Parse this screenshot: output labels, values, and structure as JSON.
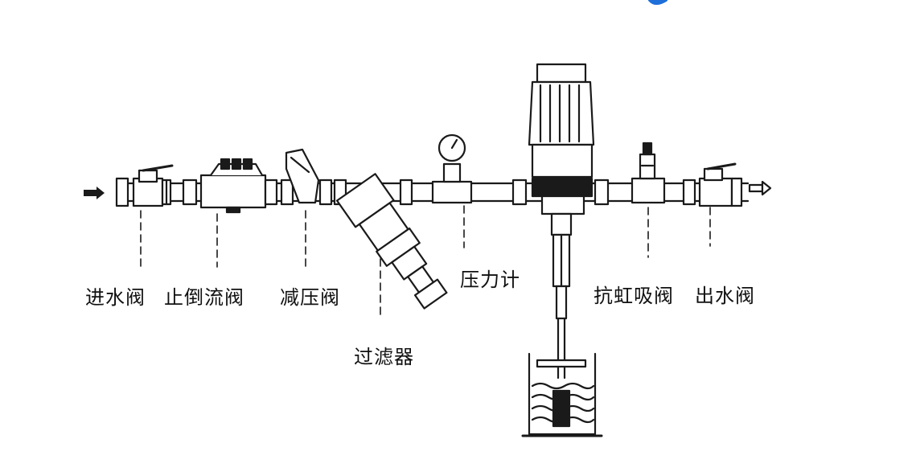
{
  "labels": {
    "inlet_valve": "进水阀",
    "check_valve": "止倒流阀",
    "pressure_reducing_valve": "减压阀",
    "filter": "过滤器",
    "pressure_gauge": "压力计",
    "anti_siphon_valve": "抗虹吸阀",
    "outlet_valve": "出水阀"
  },
  "colors": {
    "line": "#1a1a1a",
    "accent_dot": "#1e6fd9"
  }
}
